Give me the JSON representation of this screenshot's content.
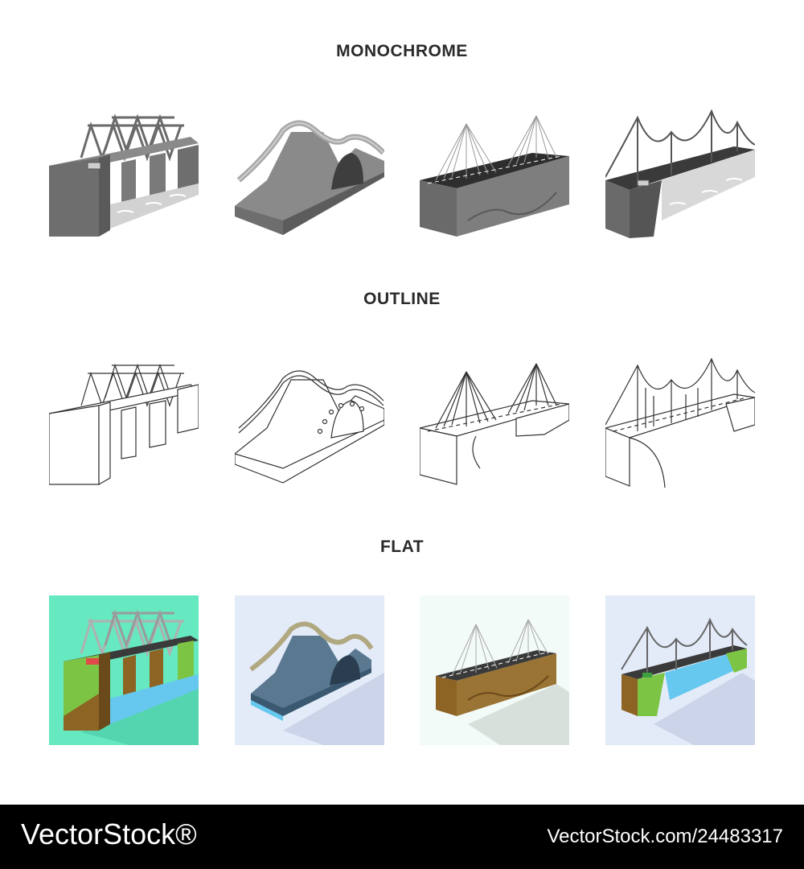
{
  "sections": [
    {
      "title": "MONOCHROME",
      "icons": [
        "truss-bridge-icon",
        "arch-bridge-icon",
        "cable-stayed-bridge-icon",
        "suspension-bridge-icon"
      ]
    },
    {
      "title": "OUTLINE",
      "icons": [
        "truss-bridge-icon",
        "arch-bridge-icon",
        "cable-stayed-bridge-icon",
        "suspension-bridge-icon"
      ]
    },
    {
      "title": "FLAT",
      "icons": [
        "truss-bridge-icon",
        "arch-bridge-icon",
        "cable-stayed-bridge-icon",
        "suspension-bridge-icon"
      ]
    }
  ],
  "colors": {
    "flat_truss_bg": "#66e8c0",
    "flat_arch_bg": "#e3ebf8",
    "flat_cable_bg": "#f3fbf8",
    "flat_suspension_bg": "#e3ebf8",
    "water": "#66c8ee",
    "earth": "#8d6424",
    "grass": "#7cc444"
  },
  "footer": {
    "brand": "VectorStock®",
    "stock_id": "VectorStock.com/24483317"
  }
}
